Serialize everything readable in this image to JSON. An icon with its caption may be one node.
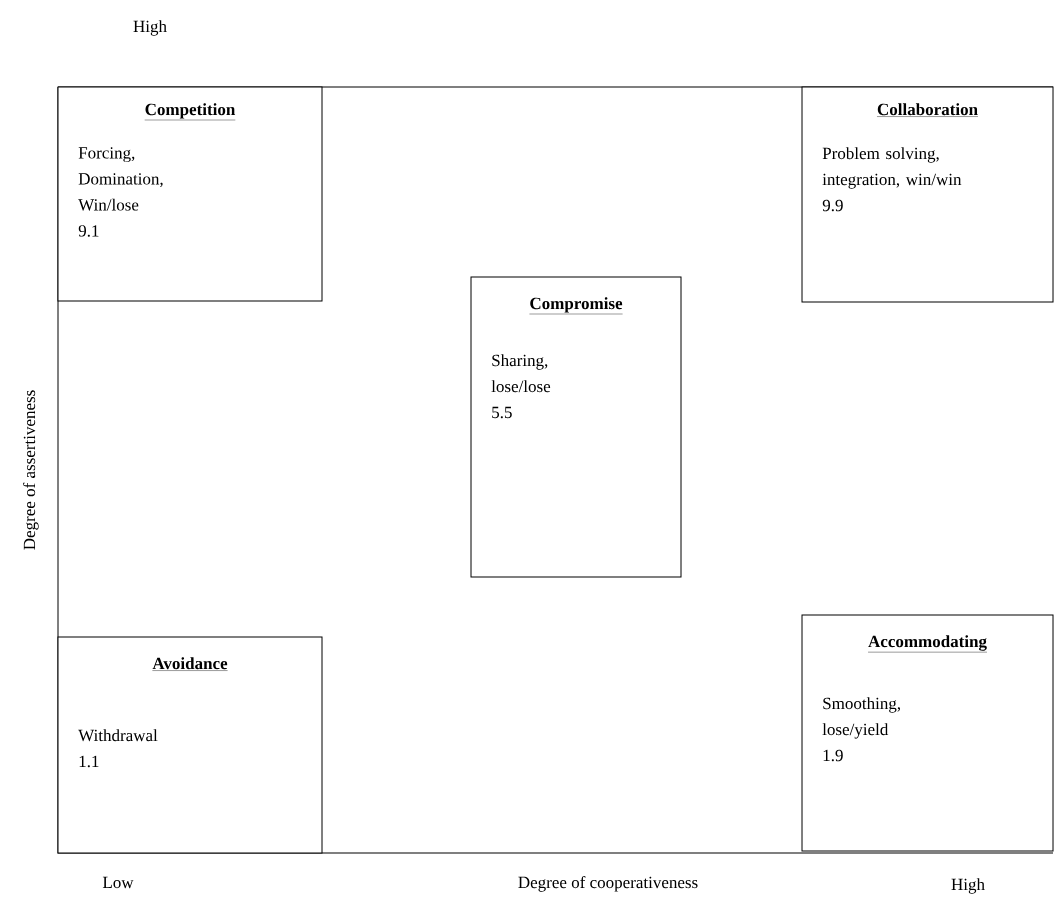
{
  "diagram": {
    "nodes": [
      {
        "text": [
          "Competition",
          "Forcing, Domination, Win/lose",
          "9.1"
        ]
      },
      {
        "text": [
          "Collaboration",
          "Problem solving, integration, win/win",
          "9.9"
        ]
      },
      {
        "text": [
          "Compromise",
          "Sharing, lose/lose",
          "5.5"
        ]
      },
      {
        "text": [
          "Avoidance",
          "Withdrawal",
          "1.1"
        ]
      },
      {
        "text": [
          "Accommodating",
          "Smoothing, lose/yield",
          "1.9"
        ]
      }
    ],
    "labels": [
      "High",
      "Degree of assertiveness",
      "Low",
      "Degree of cooperativeness",
      "High"
    ]
  }
}
